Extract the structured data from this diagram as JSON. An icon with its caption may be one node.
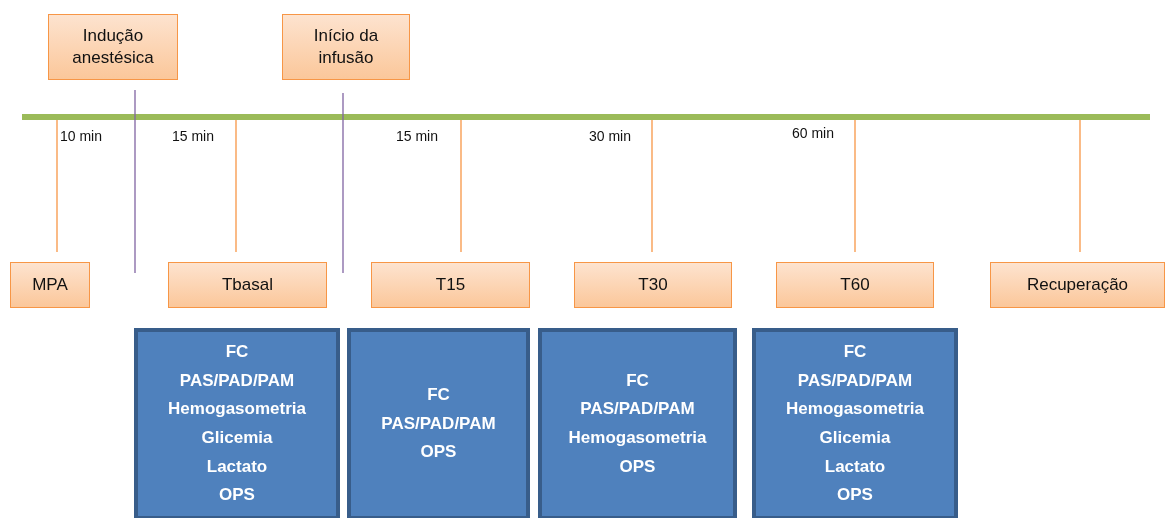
{
  "diagram": {
    "nodes": [
      {
        "text": [
          "Indução anestésica"
        ]
      },
      {
        "text": [
          "Início da infusão"
        ]
      },
      {
        "text": [
          "MPA"
        ]
      },
      {
        "text": [
          "Tbasal"
        ]
      },
      {
        "text": [
          "T15"
        ]
      },
      {
        "text": [
          "T30"
        ]
      },
      {
        "text": [
          "T60"
        ]
      },
      {
        "text": [
          "Recuperação"
        ]
      },
      {
        "text": [
          "FC",
          "PAS/PAD/PAM",
          "Hemogasometria",
          "Glicemia",
          "Lactato",
          "OPS"
        ]
      },
      {
        "text": [
          "FC",
          "PAS/PAD/PAM",
          "OPS"
        ]
      },
      {
        "text": [
          "FC",
          "PAS/PAD/PAM",
          "Hemogasometria",
          "OPS"
        ]
      },
      {
        "text": [
          "FC",
          "PAS/PAD/PAM",
          "Hemogasometria",
          "Glicemia",
          "Lactato",
          "OPS"
        ]
      }
    ],
    "labels": [
      "10 min",
      "15 min",
      "15 min",
      "30 min",
      "60 min"
    ]
  }
}
